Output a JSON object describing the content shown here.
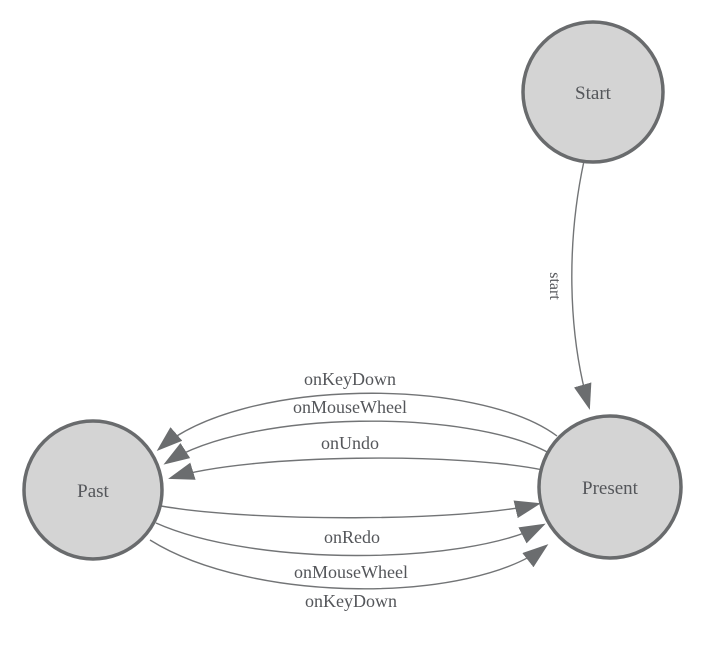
{
  "diagram": {
    "type": "state-machine",
    "background": "#ffffff",
    "nodes": [
      {
        "id": "start",
        "label": "Start"
      },
      {
        "id": "present",
        "label": "Present"
      },
      {
        "id": "past",
        "label": "Past"
      }
    ],
    "edges": [
      {
        "from": "start",
        "to": "present",
        "label": "start",
        "label_orientation": "vertical"
      },
      {
        "from": "present",
        "to": "past",
        "label": "onKeyDown",
        "label_orientation": "horizontal"
      },
      {
        "from": "present",
        "to": "past",
        "label": "onMouseWheel",
        "label_orientation": "horizontal"
      },
      {
        "from": "present",
        "to": "past",
        "label": "onUndo",
        "label_orientation": "horizontal"
      },
      {
        "from": "past",
        "to": "present",
        "label": "onRedo",
        "label_orientation": "horizontal"
      },
      {
        "from": "past",
        "to": "present",
        "label": "onMouseWheel",
        "label_orientation": "horizontal"
      },
      {
        "from": "past",
        "to": "present",
        "label": "onKeyDown",
        "label_orientation": "horizontal"
      }
    ]
  },
  "colors": {
    "node_fill": "#d4d4d4",
    "node_stroke": "#696b6d",
    "edge_stroke": "#727476",
    "arrow_fill": "#6b6d6f",
    "text": "#54565a",
    "background": "#ffffff"
  }
}
